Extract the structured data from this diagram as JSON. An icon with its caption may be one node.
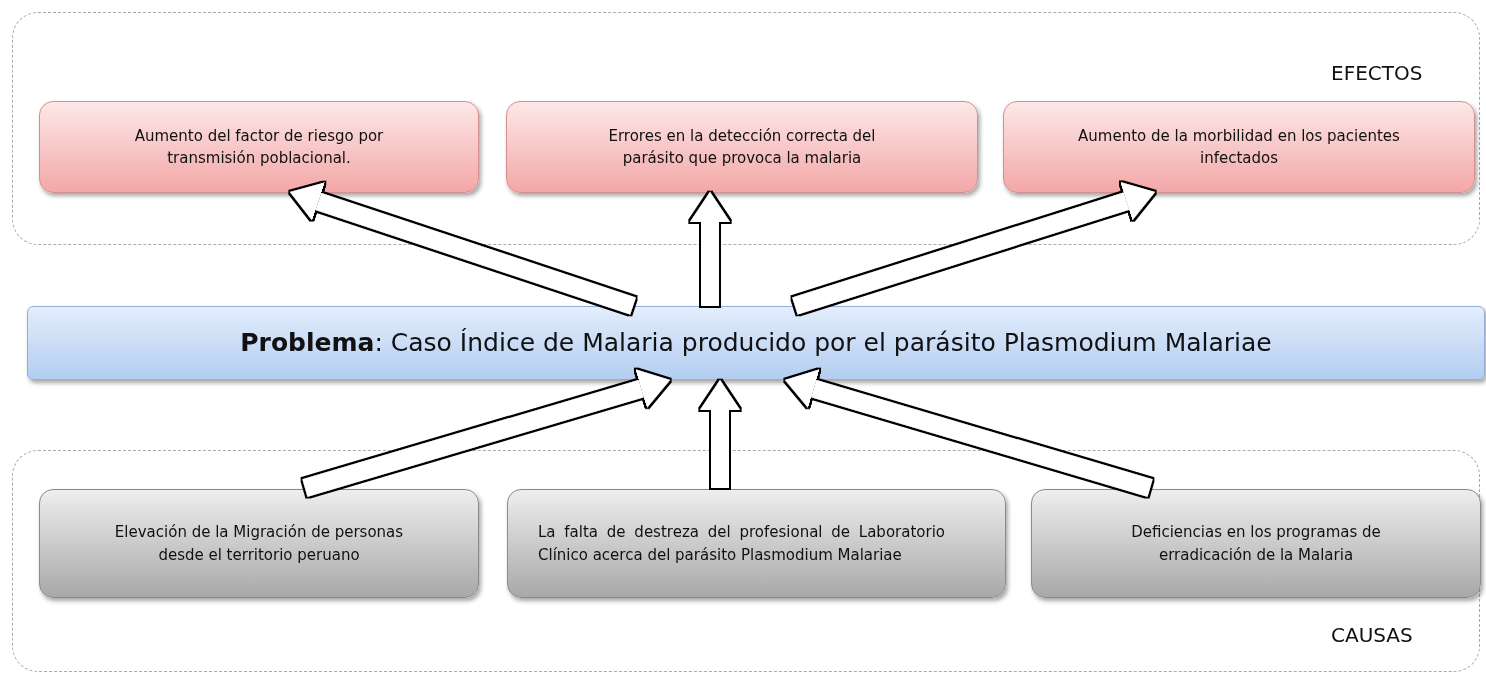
{
  "diagram": {
    "nodes": [
      {
        "text": [
          "EFECTOS"
        ]
      },
      {
        "text": [
          "Aumento del factor de riesgo por transmisión poblacional."
        ],
        "in": 0
      },
      {
        "text": [
          "Errores en la detección correcta del parásito que provoca la malaria"
        ],
        "in": 0
      },
      {
        "text": [
          "Aumento de la morbilidad en los pacientes infectados"
        ],
        "in": 0
      },
      {
        "text": [
          "**Problema**: Caso Índice de Malaria producido por el parásito Plasmodium Malariae"
        ]
      },
      {
        "text": [
          "CAUSAS"
        ]
      },
      {
        "text": [
          "Elevación de la Migración de personas desde el territorio peruano"
        ],
        "in": 5
      },
      {
        "text": [
          "La falta de destreza del profesional de Laboratorio Clínico acerca del parásito Plasmodium Malariae"
        ],
        "in": 5
      },
      {
        "text": [
          "Deficiencias en los programas de erradicación de la Malaria"
        ],
        "in": 5
      }
    ],
    "edges": [
      {
        "from": 4,
        "to": 1,
        "arrow": "to"
      },
      {
        "from": 4,
        "to": 2,
        "arrow": "to"
      },
      {
        "from": 4,
        "to": 3,
        "arrow": "to"
      },
      {
        "from": 6,
        "to": 4,
        "arrow": "to"
      },
      {
        "from": 7,
        "to": 4,
        "arrow": "to"
      },
      {
        "from": 8,
        "to": 4,
        "arrow": "to"
      }
    ]
  }
}
